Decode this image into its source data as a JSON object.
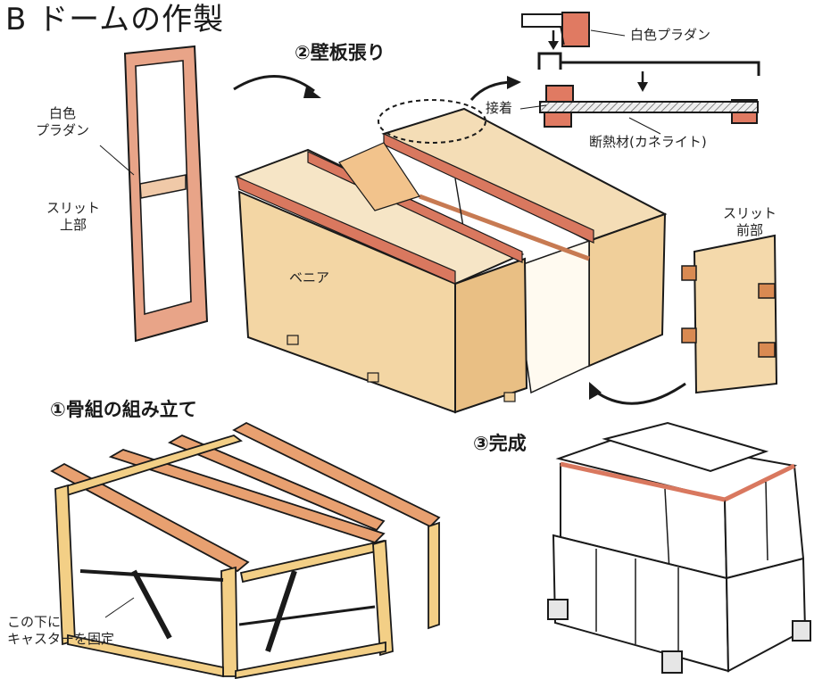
{
  "title": "B ドームの作製",
  "steps": {
    "step1": "①骨組の組み立て",
    "step2": "②壁板張り",
    "step3": "③完成"
  },
  "labels": {
    "frame_material_l1": "白色",
    "frame_material_l2": "プラダン",
    "slit_top_l1": "スリット",
    "slit_top_l2": "上部",
    "veneer": "ベニア",
    "detail_material": "白色プラダン",
    "glue": "接着",
    "insulation": "断熱材(カネライト)",
    "slit_front_l1": "スリット",
    "slit_front_l2": "前部",
    "caster_l1": "この下に",
    "caster_l2": "キャスターを固定"
  },
  "colors": {
    "wood": "#f1d3a0",
    "wood_dark": "#e4b77a",
    "red_strip": "#d9785f",
    "frame_wood": "#f3cf86",
    "line": "#1a1a1a"
  }
}
